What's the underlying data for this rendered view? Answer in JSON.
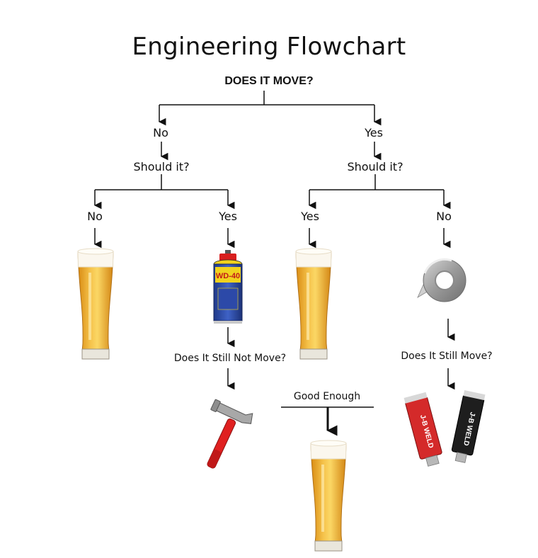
{
  "title": "Engineering Flowchart",
  "root_question": "DOES IT MOVE?",
  "level1": {
    "no": "No",
    "yes": "Yes"
  },
  "level2": {
    "left": "Should it?",
    "right": "Should it?"
  },
  "level3": {
    "left_no": "No",
    "left_yes": "Yes",
    "right_yes": "Yes",
    "right_no": "No"
  },
  "followups": {
    "still_not_move": "Does It Still Not Move?",
    "still_move": "Does It Still Move?",
    "good_enough": "Good Enough"
  },
  "product_labels": {
    "wd40": "WD-40",
    "jb_weld": "J-B WELD"
  },
  "outcomes": [
    "beer-glass",
    "wd40-can",
    "beer-glass",
    "duct-tape",
    "hammer",
    "beer-glass",
    "jb-weld-tubes"
  ]
}
